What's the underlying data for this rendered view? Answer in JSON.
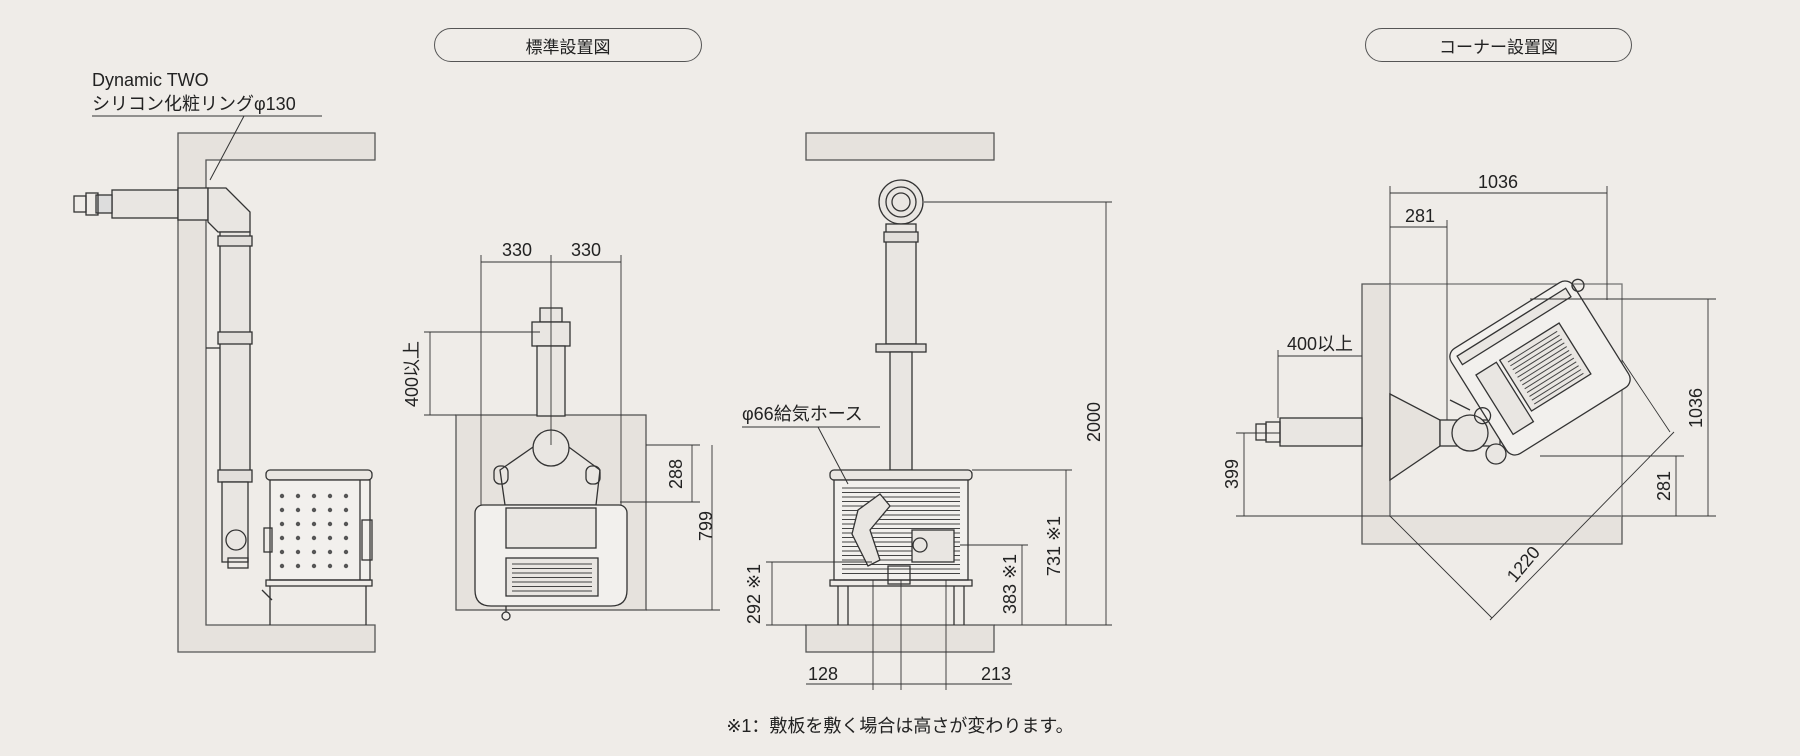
{
  "titles": {
    "standard": "標準設置図",
    "corner": "コーナー設置図"
  },
  "callouts": {
    "model": "Dynamic TWO",
    "ring": "シリコン化粧リングφ130",
    "hose": "φ66給気ホース"
  },
  "dims": {
    "front_left_half": "330",
    "front_right_half": "330",
    "front_clearance": "400以上",
    "front_288": "288",
    "front_799": "799",
    "back_2000": "2000",
    "back_731": "731 ※1",
    "back_383": "383 ※1",
    "back_292": "292 ※1",
    "back_128": "128",
    "back_213": "213",
    "corner_1036_top": "1036",
    "corner_281_top": "281",
    "corner_clearance": "400以上",
    "corner_399": "399",
    "corner_1036_right": "1036",
    "corner_281_right": "281",
    "corner_1220": "1220"
  },
  "footnote": "※1：敷板を敷く場合は高さが変わります。"
}
